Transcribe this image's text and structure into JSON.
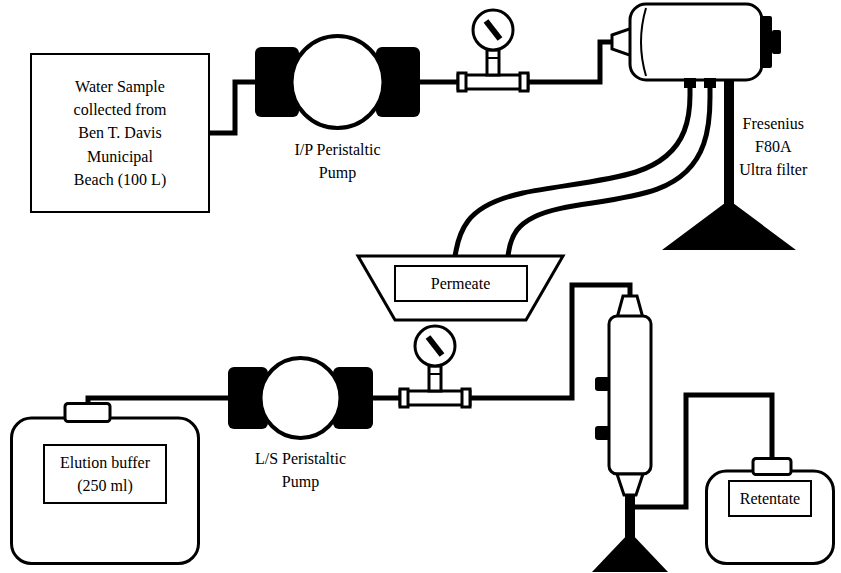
{
  "diagram": {
    "nodes": [
      {
        "text": [
          "Water Sample collected from Ben T. Davis Municipal Beach (100 L)"
        ]
      },
      {
        "text": [
          "I/P Peristaltic Pump"
        ]
      },
      {
        "text": [
          "Fresenius F80A Ultra filter"
        ]
      },
      {
        "text": [
          "Permeate"
        ]
      },
      {
        "text": [
          "Elution buffer (250 ml)"
        ]
      },
      {
        "text": [
          "L/S Peristaltic Pump"
        ]
      },
      {
        "text": [
          "Retentate"
        ]
      }
    ],
    "edges": [
      {
        "from": 0,
        "to": 1,
        "arrow": "none"
      },
      {
        "from": 1,
        "to": 2,
        "arrow": "none"
      },
      {
        "from": 2,
        "to": 3,
        "arrow": "none"
      },
      {
        "from": 2,
        "to": 3,
        "arrow": "none"
      },
      {
        "from": 4,
        "to": 5,
        "arrow": "none"
      }
    ]
  }
}
